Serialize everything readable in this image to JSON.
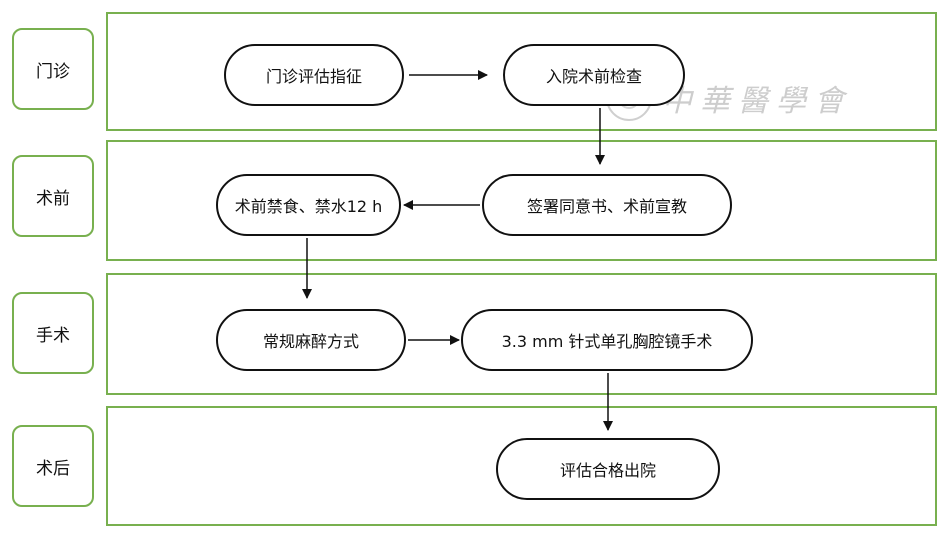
{
  "stages": [
    {
      "label": "门诊"
    },
    {
      "label": "术前"
    },
    {
      "label": "手术"
    },
    {
      "label": "术后"
    }
  ],
  "nodes": {
    "outpatient_assessment": "门诊评估指征",
    "admission_preop_exam": "入院术前检查",
    "consent_education": "签署同意书、术前宣教",
    "preop_fasting": "术前禁食、禁水12 h",
    "anesthesia": "常规麻醉方式",
    "surgery": "3.3 mm 针式单孔胸腔镜手术",
    "discharge_assessment": "评估合格出院"
  },
  "watermark": {
    "text": "中華醫學會"
  },
  "colors": {
    "lane_border": "#78b04f",
    "node_border": "#111111",
    "arrow": "#111111",
    "watermark": "#cdcdcd"
  }
}
